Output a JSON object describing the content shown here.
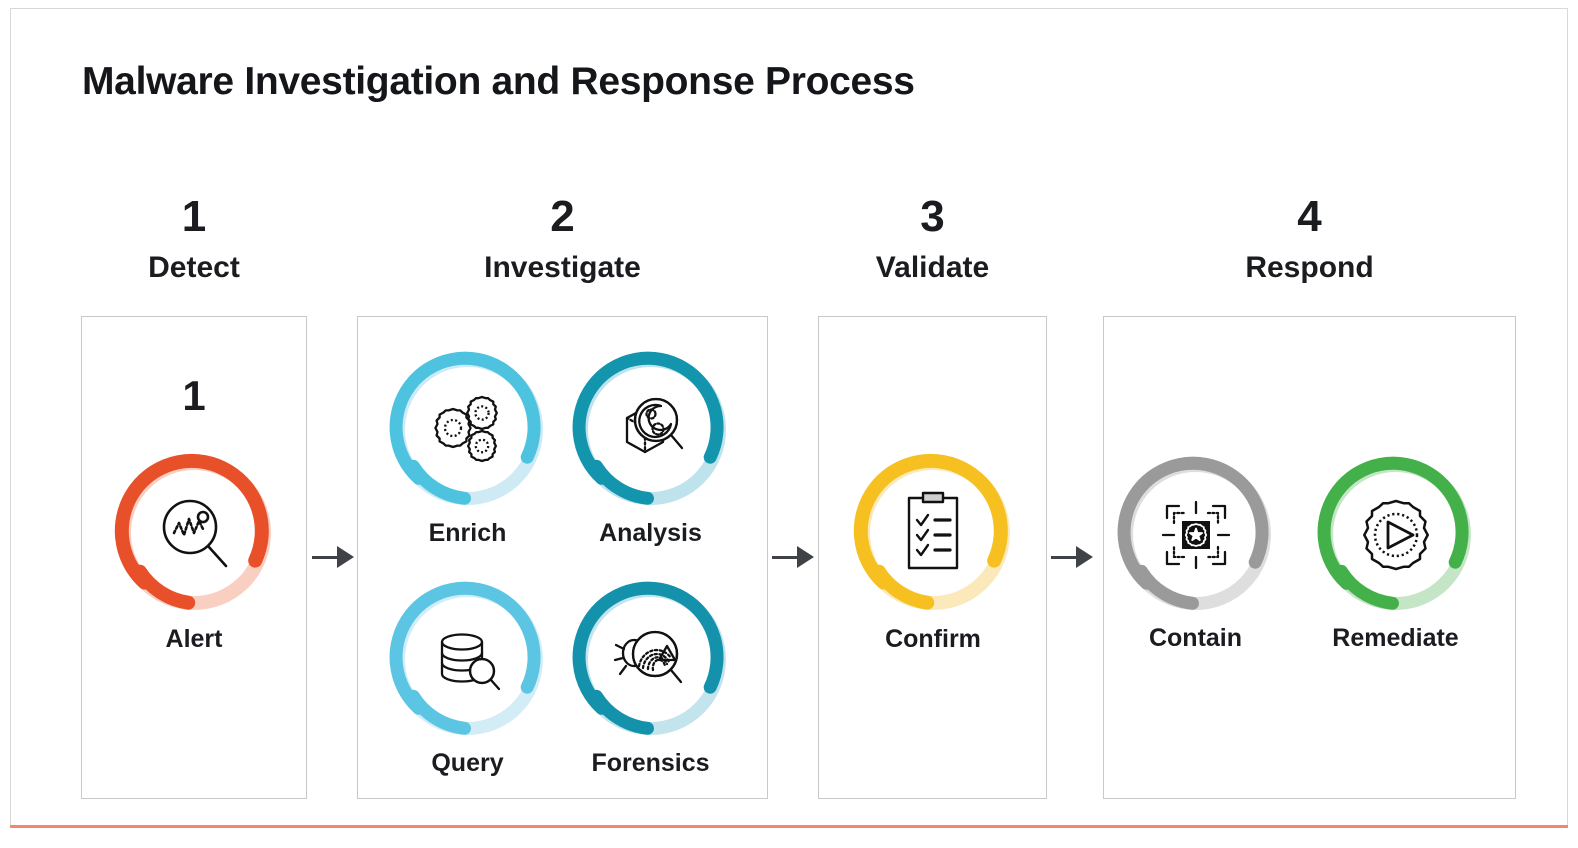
{
  "slide": {
    "title": "Malware Investigation and Response Process",
    "background_color": "#ffffff",
    "frame_border_color": "#d8d8d8",
    "accent_rule_color": "#f08a6e"
  },
  "stages": [
    {
      "number": "1",
      "name": "Detect",
      "inner_number": "1",
      "nodes": [
        {
          "label": "Alert",
          "icon": "magnifier-waveform-icon",
          "color": "#e8502a",
          "color_faded": "#f9cfc2"
        }
      ]
    },
    {
      "number": "2",
      "name": "Investigate",
      "inner_number": "",
      "nodes": [
        {
          "label": "Enrich",
          "icon": "gears-icon",
          "color": "#4ec3e0",
          "color_faded": "#cdeaf5"
        },
        {
          "label": "Analysis",
          "icon": "cube-magnifier-icon",
          "color": "#1395ae",
          "color_faded": "#bfe3ec"
        },
        {
          "label": "Query",
          "icon": "database-search-icon",
          "color": "#5bc5e3",
          "color_faded": "#d3edf7"
        },
        {
          "label": "Forensics",
          "icon": "bug-fingerprint-icon",
          "color": "#1492ab",
          "color_faded": "#c3e4ed"
        }
      ]
    },
    {
      "number": "3",
      "name": "Validate",
      "inner_number": "",
      "nodes": [
        {
          "label": "Confirm",
          "icon": "clipboard-checklist-icon",
          "color": "#f5c020",
          "color_faded": "#fbe9bb"
        }
      ]
    },
    {
      "number": "4",
      "name": "Respond",
      "inner_number": "",
      "nodes": [
        {
          "label": "Contain",
          "icon": "containment-crosshair-icon",
          "color": "#9a9a9a",
          "color_faded": "#dedede"
        },
        {
          "label": "Remediate",
          "icon": "gear-play-icon",
          "color": "#43b04a",
          "color_faded": "#c5e6c6"
        }
      ]
    }
  ],
  "arrows": [
    {
      "name": "arrow-detect-to-investigate"
    },
    {
      "name": "arrow-investigate-to-validate"
    },
    {
      "name": "arrow-validate-to-respond"
    }
  ]
}
